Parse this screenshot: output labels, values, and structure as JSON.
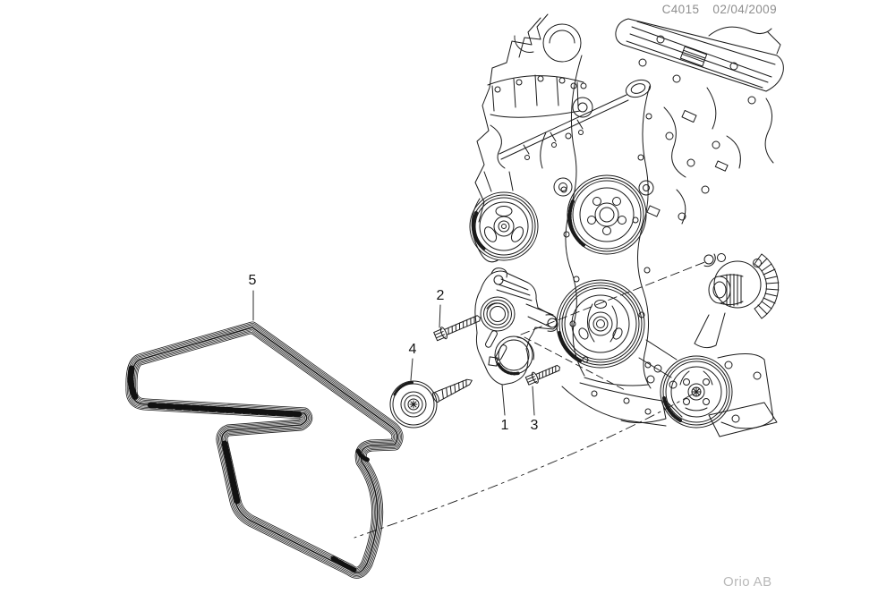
{
  "header": {
    "figure_code": "C4015",
    "date": "02/04/2009"
  },
  "watermark": {
    "company": "Orio AB"
  },
  "diagram": {
    "callouts": [
      {
        "label": "1"
      },
      {
        "label": "2"
      },
      {
        "label": "3"
      },
      {
        "label": "4"
      },
      {
        "label": "5"
      }
    ]
  },
  "colors": {
    "background": "#ffffff",
    "line_art": "#1a1a1a",
    "header_text": "#8e8e8e",
    "watermark_text": "#b9b9b9",
    "callout_text": "#141414"
  }
}
